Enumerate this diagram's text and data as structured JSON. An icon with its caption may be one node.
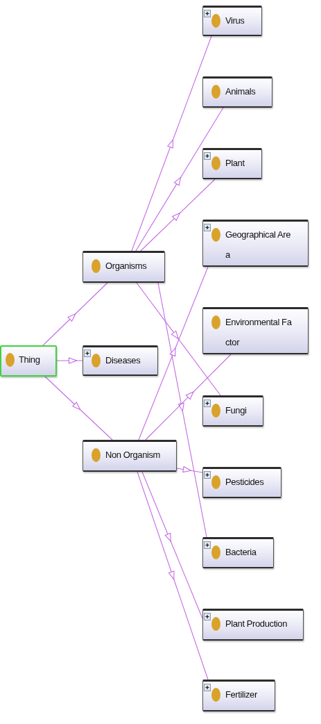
{
  "diagram": {
    "nodes": [
      {
        "text": [
          "Thing"
        ]
      },
      {
        "text": [
          "Organisms"
        ]
      },
      {
        "text": [
          "Diseases"
        ]
      },
      {
        "text": [
          "Non Organism"
        ]
      },
      {
        "text": [
          "Virus"
        ]
      },
      {
        "text": [
          "Animals"
        ]
      },
      {
        "text": [
          "Plant"
        ]
      },
      {
        "text": [
          "Geographical Area"
        ]
      },
      {
        "text": [
          "Environmental Factor"
        ]
      },
      {
        "text": [
          "Fungi"
        ]
      },
      {
        "text": [
          "Pesticides"
        ]
      },
      {
        "text": [
          "Bacteria"
        ]
      },
      {
        "text": [
          "Plant Production"
        ]
      },
      {
        "text": [
          "Fertilizer"
        ]
      }
    ],
    "edges": [
      {
        "from": 0,
        "to": 1,
        "arrow": "to"
      },
      {
        "from": 0,
        "to": 2,
        "arrow": "to"
      },
      {
        "from": 0,
        "to": 3,
        "arrow": "to"
      },
      {
        "from": 1,
        "to": 4,
        "arrow": "to"
      },
      {
        "from": 1,
        "to": 5,
        "arrow": "to"
      },
      {
        "from": 1,
        "to": 6,
        "arrow": "to"
      },
      {
        "from": 1,
        "to": 9,
        "arrow": "to"
      },
      {
        "from": 1,
        "to": 11,
        "arrow": "to"
      },
      {
        "from": 3,
        "to": 7,
        "arrow": "to"
      },
      {
        "from": 3,
        "to": 8,
        "arrow": "to"
      },
      {
        "from": 3,
        "to": 10,
        "arrow": "to"
      },
      {
        "from": 3,
        "to": 12,
        "arrow": "to"
      },
      {
        "from": 3,
        "to": 13,
        "arrow": "to"
      }
    ]
  }
}
